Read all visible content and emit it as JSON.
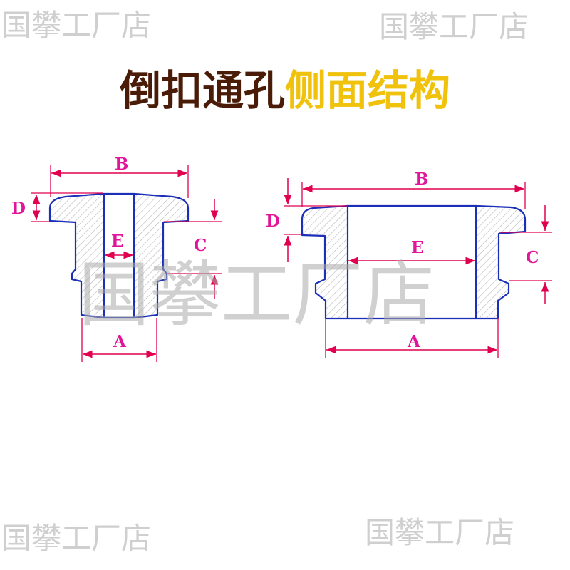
{
  "watermark": {
    "text": "国攀工厂店"
  },
  "title": {
    "part1": "倒扣通孔",
    "part2": "侧面结构"
  },
  "labels": {
    "A": "A",
    "B": "B",
    "C": "C",
    "D": "D",
    "E": "E"
  },
  "colors": {
    "outline": "#1c2fb8",
    "dimension": "#e0004f",
    "label": "#e0159a",
    "hatch": "#b7b7b7",
    "title_dark": "#4a1b06",
    "title_gold": "#f0c20c"
  }
}
